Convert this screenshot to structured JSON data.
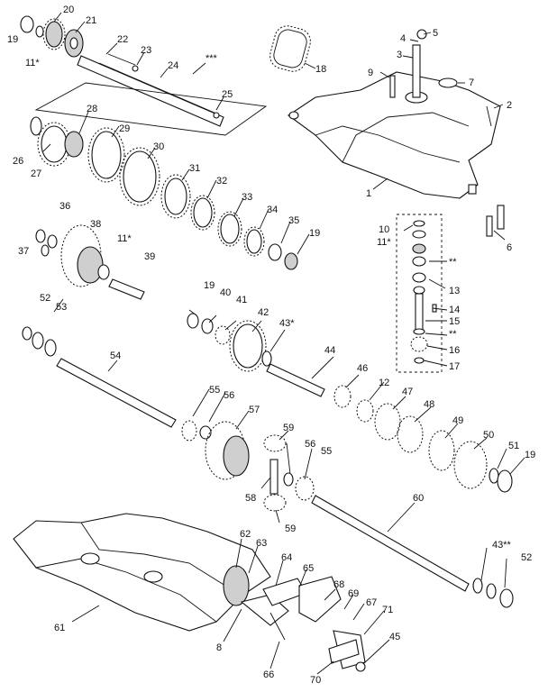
{
  "diagram": {
    "labels": [
      "19",
      "11*",
      "20",
      "21",
      "22",
      "23",
      "24",
      "***",
      "25",
      "18",
      "4",
      "5",
      "3",
      "9",
      "7",
      "2",
      "1",
      "28",
      "26",
      "27",
      "29",
      "30",
      "31",
      "32",
      "33",
      "34",
      "35",
      "19",
      "36",
      "37",
      "38",
      "11*",
      "39",
      "10",
      "11*",
      "**",
      "13",
      "14",
      "15",
      "**",
      "16",
      "17",
      "6",
      "52",
      "53",
      "19",
      "40",
      "41",
      "42",
      "43*",
      "44",
      "54",
      "55",
      "56",
      "57",
      "59",
      "46",
      "12",
      "47",
      "48",
      "49",
      "50",
      "51",
      "19",
      "58",
      "59",
      "56",
      "55",
      "60",
      "43**",
      "52",
      "61",
      "62",
      "63",
      "8",
      "64",
      "65",
      "66",
      "68",
      "69",
      "67",
      "71",
      "70",
      "45"
    ]
  }
}
